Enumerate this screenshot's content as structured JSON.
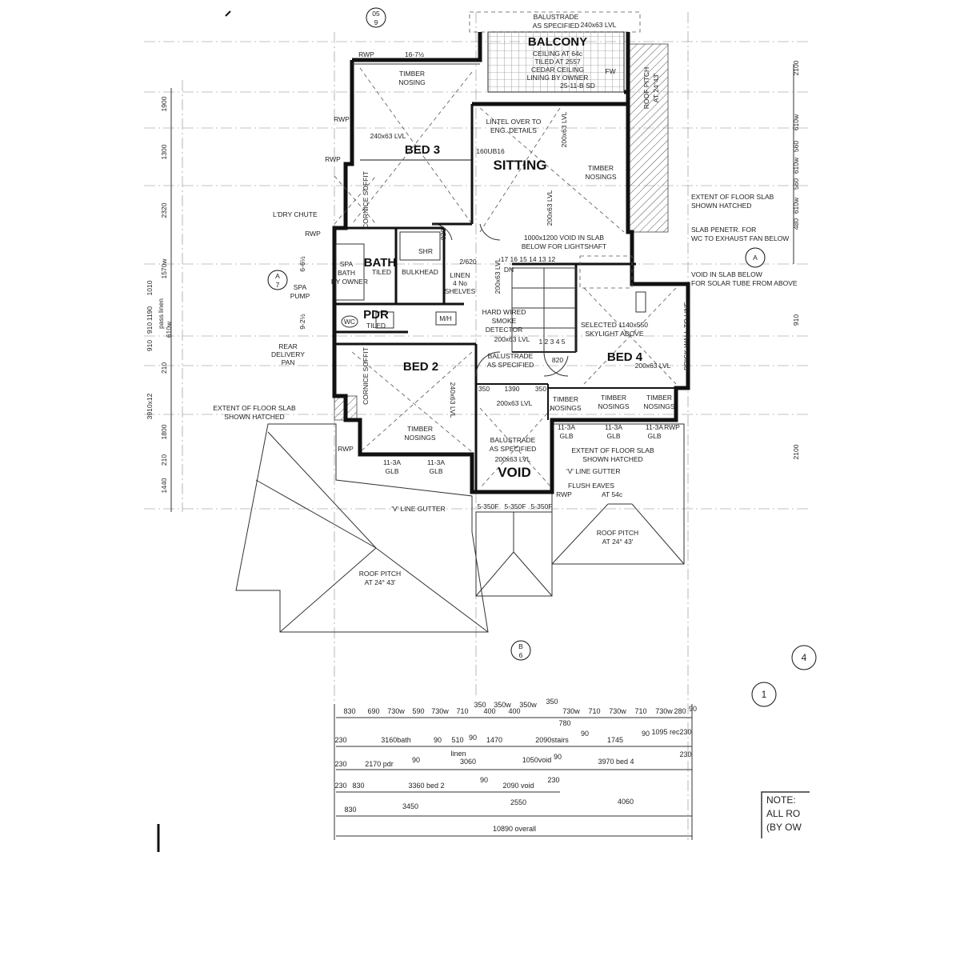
{
  "rooms": {
    "balcony": "BALCONY",
    "bed3": "BED 3",
    "sitting": "SITTING",
    "bath": "BATH",
    "pdr": "PDR",
    "bed2": "BED 2",
    "bed4": "BED 4",
    "void": "VOID"
  },
  "labels": {
    "balustrade_top": "BALUSTRADE",
    "as_specified_top": "AS SPECIFIED",
    "balcony_dim": "240x63 LVL",
    "balcony_note1": "CEILING AT 64c",
    "balcony_note2": "TILED AT 2557",
    "balcony_note3": "CEDAR CEILING",
    "balcony_note4": "LINING BY OWNER",
    "balcony_note5": "25-11-B SD",
    "rwp": "RWP",
    "window_167": "16-7½",
    "fw": "FW",
    "timber_nosing_bed3_1": "TIMBER",
    "timber_nosing_bed3_2": "NOSING",
    "lvl_bed3": "240x63 LVL",
    "lintel1": "LINTEL OVER TO",
    "lintel2": "ENG. DETAILS",
    "ub": "160UB16",
    "lvl_sitting": "200x63 LVL",
    "lvl_sitting2": "200x63 LVL",
    "timber_nosings_sitting1": "TIMBER",
    "timber_nosings_sitting2": "NOSINGS",
    "roof_pitch_right1": "ROOF PITCH",
    "roof_pitch_right2": "AT 24°43'",
    "extent_slab1": "EXTENT OF FLOOR SLAB",
    "extent_slab2": "SHOWN HATCHED",
    "slab_penetr1": "SLAB PENETR. FOR",
    "slab_penetr2": "WC TO EXHAUST FAN BELOW",
    "void_slab1": "VOID IN SLAB BELOW",
    "void_slab2": "FOR SOLAR TUBE FROM ABOVE",
    "ldry_chute": "L'DRY CHUTE",
    "cornice_soffit": "CORNICE SOFFIT",
    "cornice_soffit2": "CORNICE SOFFIT",
    "spa_bath1": "SPA",
    "spa_bath2": "BATH",
    "spa_bath3": "BY OWNER",
    "spa_pump1": "SPA",
    "spa_pump2": "PUMP",
    "tiled_bath": "TILED",
    "bulkhead": "BULKHEAD",
    "shr": "SHR",
    "d820": "820",
    "d2620": "2/620",
    "linen1": "LINEN",
    "linen2": "4 No",
    "linen3": "SHELVES",
    "lvl_linen": "200x63 LVL",
    "void_note1": "1000x1200 VOID IN SLAB",
    "void_note2": "BELOW FOR LIGHTSHAFT",
    "stairs_up": "17 16 15 14 13 12",
    "dn": "DN",
    "hard_wired1": "HARD WIRED",
    "hard_wired2": "SMOKE",
    "hard_wired3": "DETECTOR",
    "mh": "M/H",
    "wc": "WC",
    "tiled_pdr": "TILED",
    "rear_delivery1": "REAR",
    "rear_delivery2": "DELIVERY",
    "rear_delivery3": "PAN",
    "lvl_stair": "200x63 LVL",
    "stair_bottom": "1 2 3 4 5",
    "selected_skylight1": "SELECTED 1140x550",
    "selected_skylight2": "SKYLIGHT ABOVE",
    "lvl_bed4": "200x63 LVL",
    "brick": "BRICK WALL TO LINE",
    "balustrade_mid1": "BALUSTRADE",
    "balustrade_mid2": "AS SPECIFIED",
    "d820b": "820",
    "lvl_bed2": "240x63 LVL",
    "d350a": "350",
    "d1390": "1390",
    "d350b": "350",
    "lvl_void_top": "200x63 LVL",
    "timber_n_1a": "TIMBER",
    "timber_n_1b": "NOSINGS",
    "timber_n_2a": "TIMBER",
    "timber_n_2b": "NOSINGS",
    "timber_n_3a": "TIMBER",
    "timber_n_3b": "NOSINGS",
    "glb": "GLB",
    "glb_size": "11-3A",
    "extent_slab3": "EXTENT OF FLOOR SLAB",
    "extent_slab4": "SHOWN HATCHED",
    "extent_slab5": "EXTENT OF FLOOR SLAB",
    "extent_slab6": "SHOWN HATCHED",
    "timber_bed2a": "TIMBER",
    "timber_bed2b": "NOSINGS",
    "balustrade_void1": "BALUSTRADE",
    "balustrade_void2": "AS SPECIFIED",
    "lvl_void": "200x63 LVL",
    "v_gutter1": "'V' LINE GUTTER",
    "flush_eaves1": "FLUSH EAVES",
    "flush_eaves2": "AT 54c",
    "v_gutter2": "'V' LINE GUTTER",
    "f350a": "5-350F",
    "f350b": "5-350F",
    "f350c": "5-350F",
    "roof_pitch_left1": "ROOF PITCH",
    "roof_pitch_left2": "AT 24° 43'",
    "roof_pitch_mid1": "ROOF PITCH",
    "roof_pitch_mid2": "AT 24° 43'",
    "note1": "NOTE:",
    "note2": "ALL RO",
    "note3": "(BY OW",
    "grid_a": "A",
    "grid_b": "B",
    "grid_1": "1",
    "grid_4": "4",
    "grid_7": "7",
    "grid_6": "6",
    "grid_05": "05",
    "grid_9": "9"
  },
  "left_dims": [
    "1900",
    "1300",
    "2320",
    "6-6½",
    "1570w",
    "1010",
    "linen",
    "1190",
    "910",
    "pass",
    "610w",
    "9-2½",
    "910",
    "210",
    "3910x12",
    "1800",
    "210",
    "1440"
  ],
  "right_dims": [
    "2100",
    "610w",
    "560",
    "610w",
    "560",
    "610w",
    "480",
    "910",
    "2100"
  ],
  "dim_rows": [
    [
      "830",
      "690",
      "730w",
      "590",
      "730w",
      "710",
      "350",
      "400",
      "350w",
      "400",
      "350w",
      "350",
      "730w",
      "710",
      "730w",
      "710",
      "730w",
      "280",
      "90"
    ],
    [
      "230",
      "3160bath",
      "90",
      "510",
      "90",
      "1470",
      "2090stairs",
      "90",
      "1745",
      "90",
      "1095 rec",
      "230"
    ],
    [
      "230",
      "2170 pdr",
      "90",
      "3060",
      "1050void",
      "90",
      "3970 bed 4",
      "230"
    ],
    [
      "230",
      "830",
      "3360 bed 2",
      "90",
      "2090 void",
      "230"
    ],
    [
      "830",
      "3450",
      "2550",
      "4060"
    ],
    [
      "10890 overall"
    ]
  ],
  "sub_labels": {
    "linen_dim": "linen",
    "r780": "780"
  }
}
